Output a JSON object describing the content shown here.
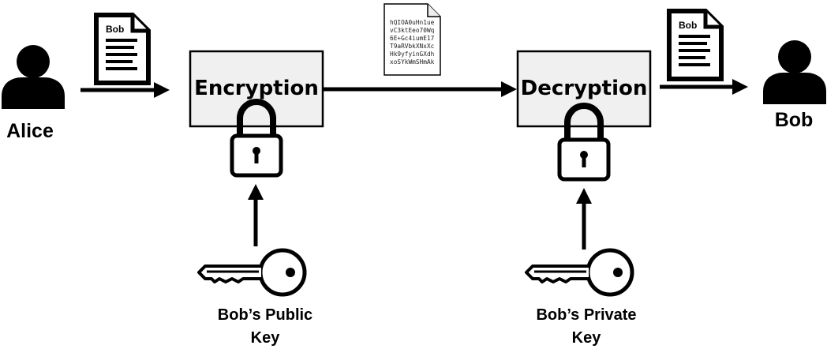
{
  "actors": {
    "sender": "Alice",
    "receiver": "Bob"
  },
  "document": {
    "label": "Bob"
  },
  "ciphertext": {
    "lines": [
      "hQIOA0uHn1ue",
      "vC3ktEeo70Wq",
      "6E+Gc4iumE17",
      "T9aRVbkXNxXc",
      "Hk9yfyinGXdh",
      "xoSYkWmSHmAk"
    ]
  },
  "process": {
    "encrypt": "Encryption",
    "decrypt": "Decryption"
  },
  "keys": {
    "public_line1": "Bob’s Public",
    "public_line2": "Key",
    "private_line1": "Bob’s Private",
    "private_line2": "Key"
  }
}
